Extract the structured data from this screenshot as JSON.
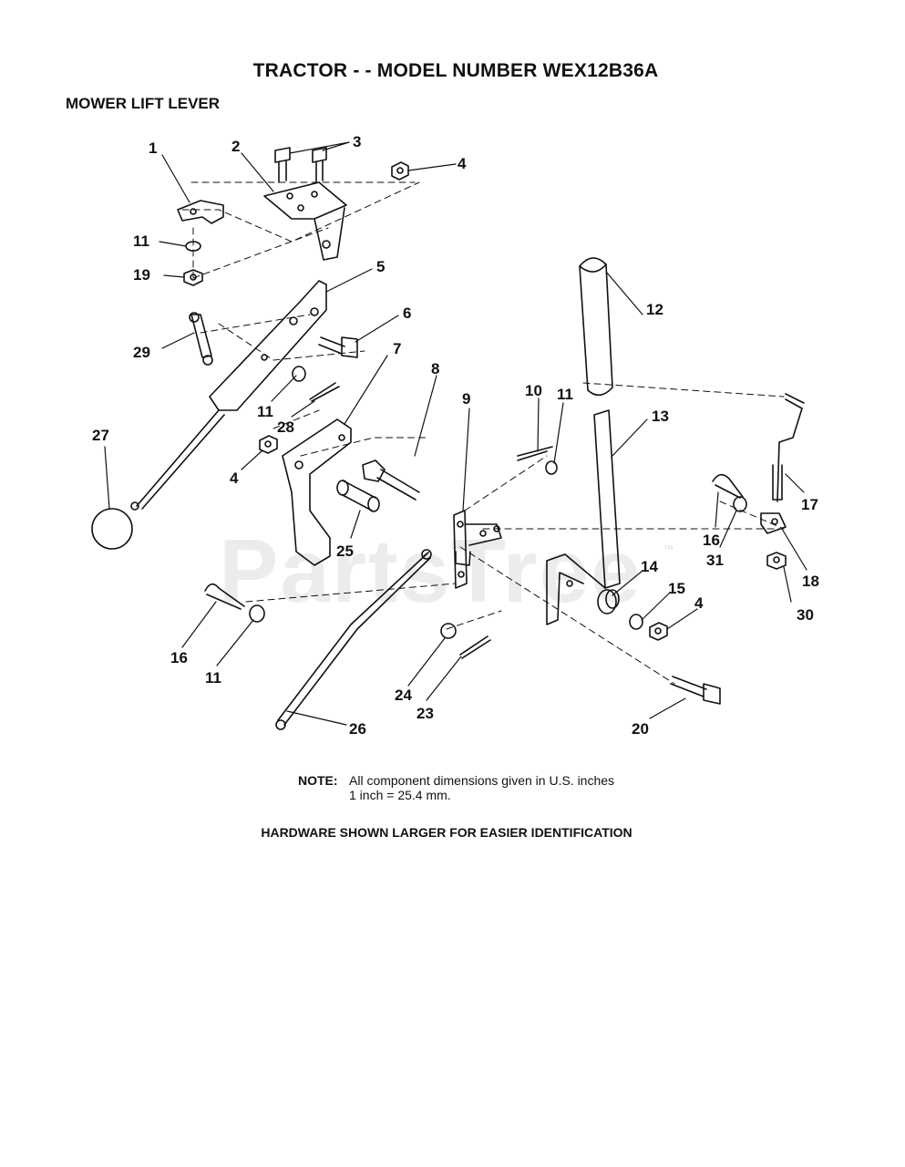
{
  "title": "TRACTOR - - MODEL NUMBER WEX12B36A",
  "section": "MOWER LIFT LEVER",
  "watermark": "PartsTree",
  "watermark_tm": "™",
  "note": {
    "label": "NOTE:",
    "line1": "All component dimensions given in U.S. inches",
    "line2": "1 inch = 25.4 mm."
  },
  "hardware_note": "HARDWARE SHOWN LARGER FOR EASIER IDENTIFICATION",
  "callouts": [
    {
      "label": "1"
    },
    {
      "label": "2"
    },
    {
      "label": "3"
    },
    {
      "label": "4"
    },
    {
      "label": "11"
    },
    {
      "label": "19"
    },
    {
      "label": "5"
    },
    {
      "label": "29"
    },
    {
      "label": "6"
    },
    {
      "label": "12"
    },
    {
      "label": "7"
    },
    {
      "label": "8"
    },
    {
      "label": "10"
    },
    {
      "label": "11"
    },
    {
      "label": "9"
    },
    {
      "label": "13"
    },
    {
      "label": "27"
    },
    {
      "label": "11"
    },
    {
      "label": "28"
    },
    {
      "label": "4"
    },
    {
      "label": "17"
    },
    {
      "label": "25"
    },
    {
      "label": "16"
    },
    {
      "label": "31"
    },
    {
      "label": "18"
    },
    {
      "label": "14"
    },
    {
      "label": "15"
    },
    {
      "label": "4"
    },
    {
      "label": "30"
    },
    {
      "label": "16"
    },
    {
      "label": "11"
    },
    {
      "label": "24"
    },
    {
      "label": "23"
    },
    {
      "label": "26"
    },
    {
      "label": "20"
    }
  ]
}
